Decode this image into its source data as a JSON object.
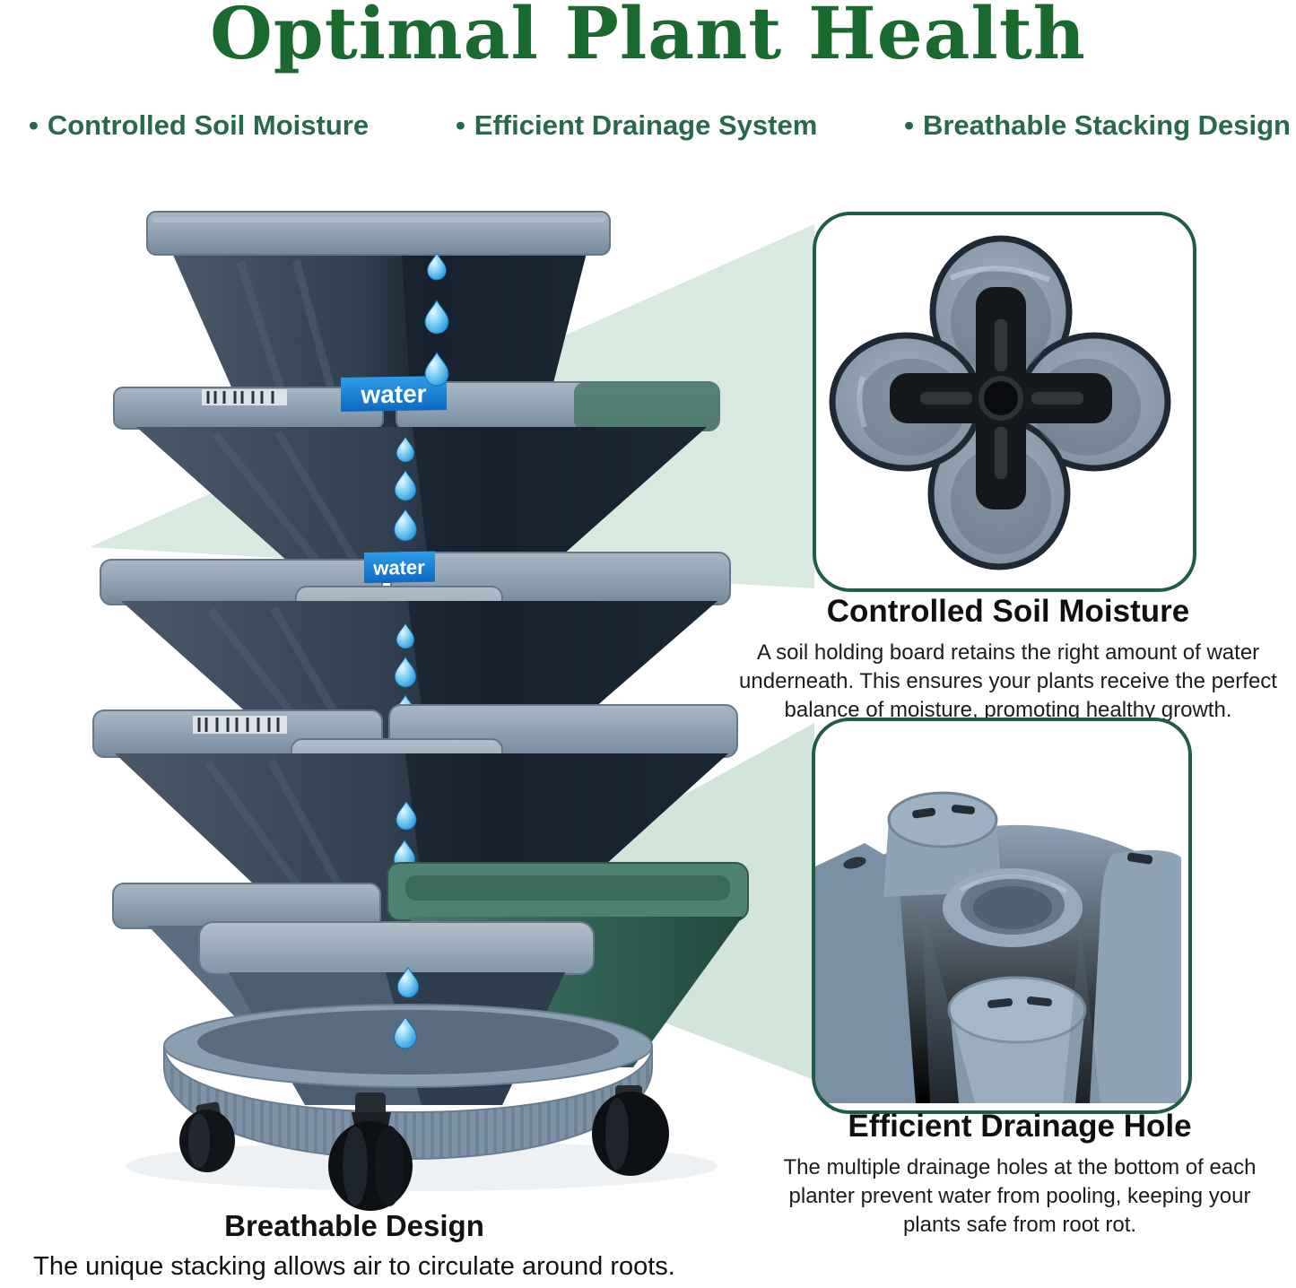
{
  "title": "Optimal Plant Health",
  "bullet_glyph": "•",
  "bullets": [
    {
      "label": "Controlled Soil Moisture"
    },
    {
      "label": "Efficient Drainage System"
    },
    {
      "label": "Breathable Stacking Design"
    }
  ],
  "tower": {
    "water_labels": [
      "water",
      "water"
    ],
    "tiers": 5,
    "has_caster_wheels": true
  },
  "callouts": [
    {
      "heading": "Controlled Soil Moisture",
      "body": "A soil holding board retains the right amount of water underneath. This ensures your plants receive the perfect balance of moisture, promoting healthy growth."
    },
    {
      "heading": "Efficient Drainage Hole",
      "body": "The multiple drainage holes at the bottom of each planter prevent water from pooling, keeping your plants safe from root rot."
    }
  ],
  "footer": {
    "heading": "Breathable Design",
    "body": "The unique stacking allows air to circulate around roots."
  },
  "icons": {
    "water_drop": "teardrop-glyph",
    "bullet": "round-dot"
  },
  "colors": {
    "title_green": "#1a6a30",
    "bullet_green": "#27694a",
    "mint_wedge": "#d7e9e0",
    "inset_border": "#215c4b",
    "water_banner_blue": "#1478d0",
    "pot_slate": "#2c3947",
    "pot_rim_gray": "#94a4b3",
    "green_pot": "#4e8172"
  }
}
